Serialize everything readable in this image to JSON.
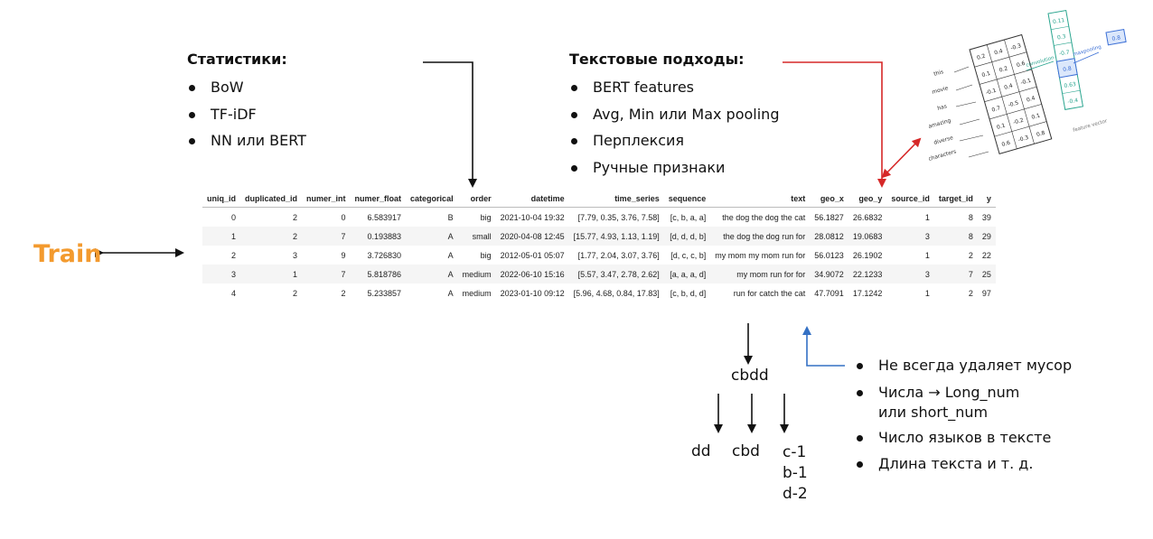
{
  "statistics": {
    "title": "Статистики:",
    "items": [
      "BoW",
      "TF-iDF",
      "NN или BERT"
    ]
  },
  "text_approaches": {
    "title": "Текстовые подходы:",
    "items": [
      "BERT features",
      "Avg, Min или Max pooling",
      "Перплексия",
      "Ручные признаки"
    ]
  },
  "train_label": "Train",
  "table": {
    "columns": [
      "uniq_id",
      "duplicated_id",
      "numer_int",
      "numer_float",
      "categorical",
      "order",
      "datetime",
      "time_series",
      "sequence",
      "text",
      "geo_x",
      "geo_y",
      "source_id",
      "target_id",
      "y"
    ],
    "rows": [
      [
        "0",
        "2",
        "0",
        "6.583917",
        "B",
        "big",
        "2021-10-04 19:32",
        "[7.79, 0.35, 3.76, 7.58]",
        "[c, b, a, a]",
        "the dog the dog the cat",
        "56.1827",
        "26.6832",
        "1",
        "8",
        "39"
      ],
      [
        "1",
        "2",
        "7",
        "0.193883",
        "A",
        "small",
        "2020-04-08 12:45",
        "[15.77, 4.93, 1.13, 1.19]",
        "[d, d, d, b]",
        "the dog the dog run for",
        "28.0812",
        "19.0683",
        "3",
        "8",
        "29"
      ],
      [
        "2",
        "3",
        "9",
        "3.726830",
        "A",
        "big",
        "2012-05-01 05:07",
        "[1.77, 2.04, 3.07, 3.76]",
        "[d, c, c, b]",
        "my mom my mom run for",
        "56.0123",
        "26.1902",
        "1",
        "2",
        "22"
      ],
      [
        "3",
        "1",
        "7",
        "5.818786",
        "A",
        "medium",
        "2022-06-10 15:16",
        "[5.57, 3.47, 2.78, 2.62]",
        "[a, a, a, d]",
        "my mom run for for",
        "34.9072",
        "22.1233",
        "3",
        "7",
        "25"
      ],
      [
        "4",
        "2",
        "2",
        "5.233857",
        "A",
        "medium",
        "2023-01-10 09:12",
        "[5.96, 4.68, 0.84, 17.83]",
        "[c, b, d, d]",
        "run for catch the cat",
        "47.7091",
        "17.1242",
        "1",
        "2",
        "97"
      ]
    ]
  },
  "sequence_example": {
    "root": "cbdd",
    "branches": [
      "dd",
      "cbd"
    ],
    "counts": [
      "c-1",
      "b-1",
      "d-2"
    ]
  },
  "text_cleaning": {
    "items": [
      "Не всегда удаляет мусор",
      "Числа → Long_num",
      "Число языков в тексте",
      "Длина текста и т. д."
    ],
    "item2_line2": "или short_num"
  },
  "cnn_figure": {
    "words": [
      "this",
      "movie",
      "has",
      "amazing",
      "diverse",
      "characters"
    ],
    "matrix": [
      [
        "0.2",
        "0.4",
        "-0.3"
      ],
      [
        "0.1",
        "0.2",
        "0.6"
      ],
      [
        "-0.1",
        "0.4",
        "-0.1"
      ],
      [
        "0.7",
        "-0.5",
        "0.4"
      ],
      [
        "0.1",
        "-0.2",
        "0.1"
      ],
      [
        "0.6",
        "-0.3",
        "0.8"
      ]
    ],
    "convolution_label": "convolution",
    "feature_vector": [
      "0.11",
      "0.3",
      "-0.7",
      "0.8",
      "0.63",
      "-0.4"
    ],
    "feature_vector_label": "feature vector",
    "maxpooling_label": "maxpooling",
    "pooled_value": "0.8",
    "colors": {
      "blue": "#3b6fd6",
      "teal": "#2aa58f"
    }
  },
  "colors": {
    "train": "#f39a2e",
    "red_arrow": "#d62828",
    "blue_arrow": "#3470c4"
  }
}
